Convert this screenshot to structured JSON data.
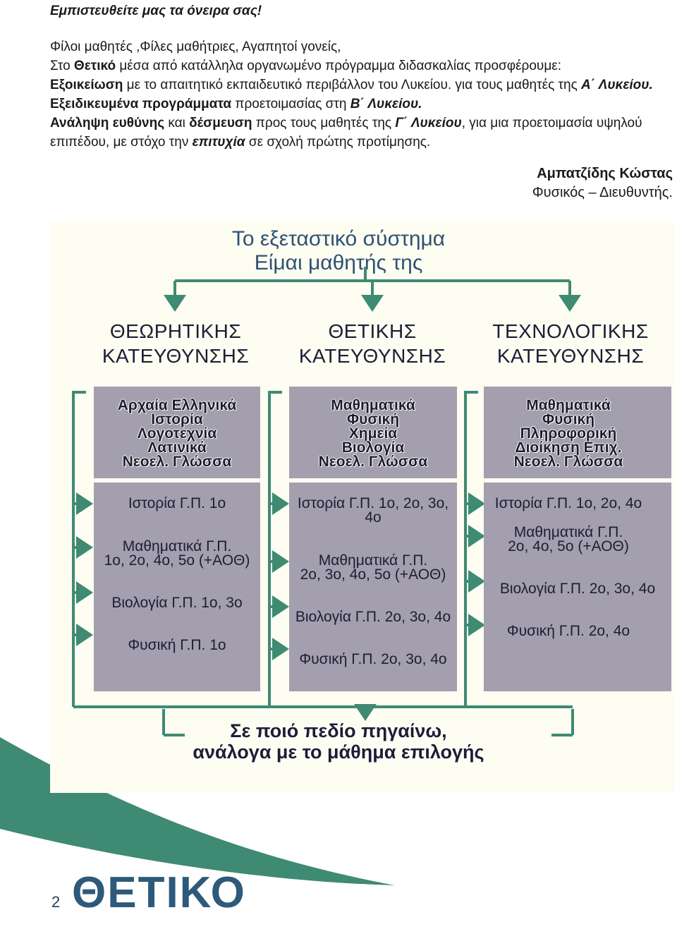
{
  "slogan": "Εμπιστευθείτε μας τα όνειρα σας!",
  "intro": {
    "line1": "Φίλοι μαθητές ,Φίλες μαθήτριες, Αγαπητοί γονείς,",
    "line2_a": "Στο ",
    "line2_b": "Θετικό",
    "line2_c": " μέσα από κατάλληλα οργανωμένο πρόγραμμα διδασκαλίας προσφέρουμε:",
    "line3_a": "Εξοικείωση",
    "line3_b": " με το απαιτητικό εκπαιδευτικό περιβάλλον του Λυκείου. για τους μαθητές της ",
    "line3_c": "Α΄ Λυκείου.",
    "line4_a": "Εξειδικευμένα προγράμματα",
    "line4_b": " προετοιμασίας στη ",
    "line4_c": "Β΄ Λυκείου.",
    "line5_a": "Ανάληψη ευθύνης",
    "line5_b": " και ",
    "line5_c": "δέσμευση",
    "line5_d": " προς τους μαθητές της ",
    "line5_e": "Γ΄ Λυκείου",
    "line5_f": ", για μια προετοιμασία υψηλού",
    "line6_a": "επιπέδου, με στόχο την ",
    "line6_b": "επιτυχία",
    "line6_c": " σε σχολή πρώτης προτίμησης."
  },
  "signature": {
    "name": "Αμπατζίδης Κώστας",
    "title": "Φυσικός – Διευθυντής."
  },
  "scheme": {
    "title": "Το εξεταστικό σύστημα",
    "subtitle": "Είμαι μαθητής της",
    "colors": {
      "title": "#2f5272",
      "arrow": "#3f8a72",
      "box": "#a39fae",
      "panel": "#fdfdf2"
    },
    "directions": [
      {
        "label1": "ΘΕΩΡΗΤΙΚΗΣ",
        "label2": "ΚΑΤΕΥΘΥΝΣΗΣ",
        "subjects": [
          "Αρχαία Ελληνικά",
          "Ιστορία",
          "Λογοτεχνία",
          "Λατινικά",
          "Νεοελ. Γλώσσα"
        ],
        "fields": [
          {
            "l1": "Ιστορία Γ.Π.  1ο",
            "l2": ""
          },
          {
            "l1": "Μαθηματικά Γ.Π.",
            "l2": "1ο, 2ο, 4ο, 5ο (+ΑΟΘ)"
          },
          {
            "l1": "Βιολογία Γ.Π.   1ο, 3ο",
            "l2": ""
          },
          {
            "l1": "Φυσική Γ.Π. 1ο",
            "l2": ""
          }
        ]
      },
      {
        "label1": "ΘΕΤΙΚΗΣ",
        "label2": "ΚΑΤΕΥΘΥΝΣΗΣ",
        "subjects": [
          "Μαθηματικά",
          "Φυσική",
          "Χημεία",
          "Βιολογία",
          "Νεοελ. Γλώσσα"
        ],
        "fields": [
          {
            "l1": "Ιστορία Γ.Π.  1ο, 2ο, 3ο,",
            "l2": "4ο"
          },
          {
            "l1": "Μαθηματικά Γ.Π.",
            "l2": "2ο, 3ο, 4ο, 5ο (+ΑΟΘ)"
          },
          {
            "l1": "Βιολογία Γ.Π.   2ο, 3ο, 4ο",
            "l2": ""
          },
          {
            "l1": "Φυσική Γ.Π. 2ο, 3ο, 4ο",
            "l2": ""
          }
        ]
      },
      {
        "label1": "ΤΕΧΝΟΛΟΓΙΚΗΣ",
        "label2": "ΚΑΤΕΥΘΥΝΣΗΣ",
        "subjects": [
          "Μαθηματικά",
          "Φυσική",
          "Πληροφορική",
          "Διοίκηση Επιχ.",
          "Νεοελ. Γλώσσα"
        ],
        "fields": [
          {
            "l1": "Ιστορία Γ.Π.  1ο, 2ο, 4ο",
            "l2": ""
          },
          {
            "l1": "Μαθηματικά Γ.Π.",
            "l2": "2ο, 4ο, 5ο (+ΑΟΘ)"
          },
          {
            "l1": "Βιολογία Γ.Π.   2ο, 3ο, 4ο",
            "l2": ""
          },
          {
            "l1": "Φυσική Γ.Π. 2ο, 4ο",
            "l2": ""
          }
        ]
      }
    ],
    "question1": "Σε ποιό πεδίο πηγαίνω,",
    "question2": "ανάλογα με το μάθημα επιλογής"
  },
  "footer": {
    "page_number": "2",
    "brand": "ΘΕΤΙΚΟ",
    "colors": {
      "wave": "#3f8a72",
      "brand": "#2d5a7a"
    }
  }
}
